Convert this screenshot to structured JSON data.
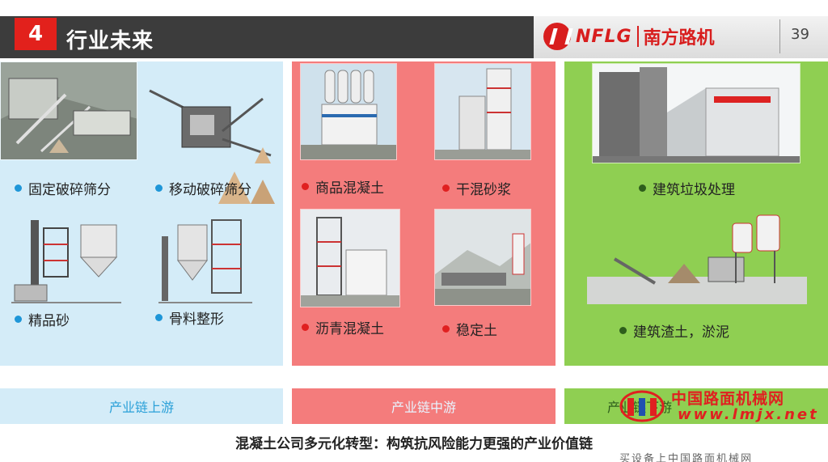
{
  "header": {
    "section_number": "4",
    "title": "行业未来",
    "logo_text_en": "NFLG",
    "logo_text_cn": "南方路机",
    "page_number": "39"
  },
  "upstream": {
    "items": [
      "固定破碎筛分",
      "移动破碎筛分",
      "精品砂",
      "骨料整形"
    ],
    "bar_label": "产业链上游"
  },
  "midstream": {
    "items": [
      "商品混凝土",
      "干混砂浆",
      "沥青混凝土",
      "稳定土"
    ],
    "bar_label": "产业链中游"
  },
  "downstream": {
    "items": [
      "建筑垃圾处理",
      "建筑渣土，淤泥"
    ],
    "bar_label": "产业链下游"
  },
  "footer_text": "混凝土公司多元化转型：构筑抗风险能力更强的产业价值链",
  "watermark": {
    "cn": "中国路面机械网",
    "url": "www.lmjx.net",
    "sub": "买设备上中国路面机械网"
  },
  "colors": {
    "accent_red": "#e2211c",
    "upstream_bg": "#d4ecf8",
    "midstream_bg": "#f47c7c",
    "downstream_bg": "#8fcf52"
  }
}
